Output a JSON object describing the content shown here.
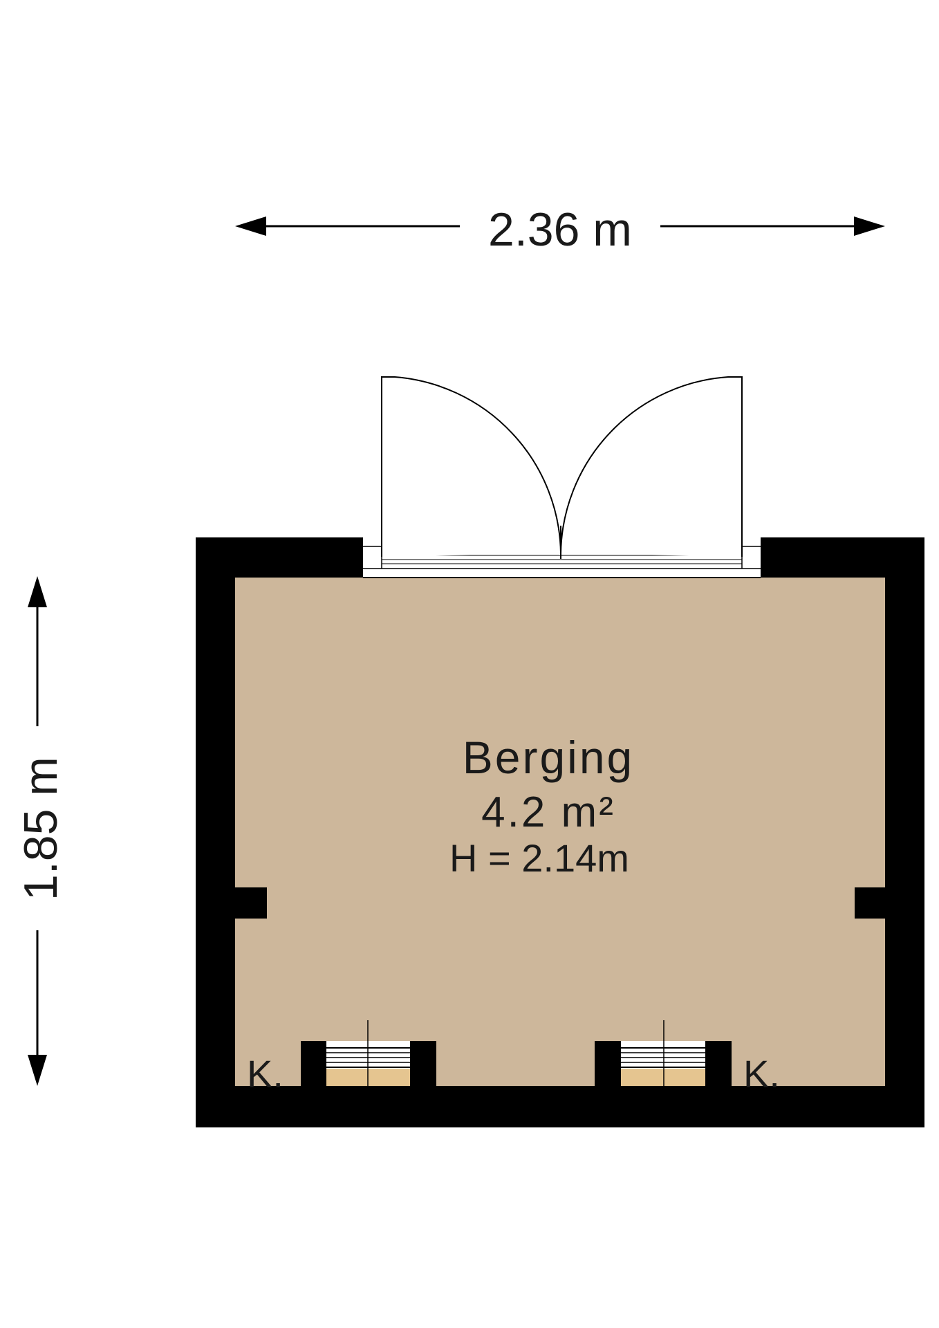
{
  "dimensions": {
    "width_label": "2.36 m",
    "height_label": "1.85 m"
  },
  "room": {
    "name": "Berging",
    "area": "4.2 m²",
    "height": "H = 2.14m"
  },
  "fixtures": {
    "left_label": "K.",
    "right_label": "K."
  },
  "colors": {
    "floor": "#cdb79b",
    "wall": "#000000",
    "window_sill": "#e5c590",
    "background": "#ffffff"
  }
}
